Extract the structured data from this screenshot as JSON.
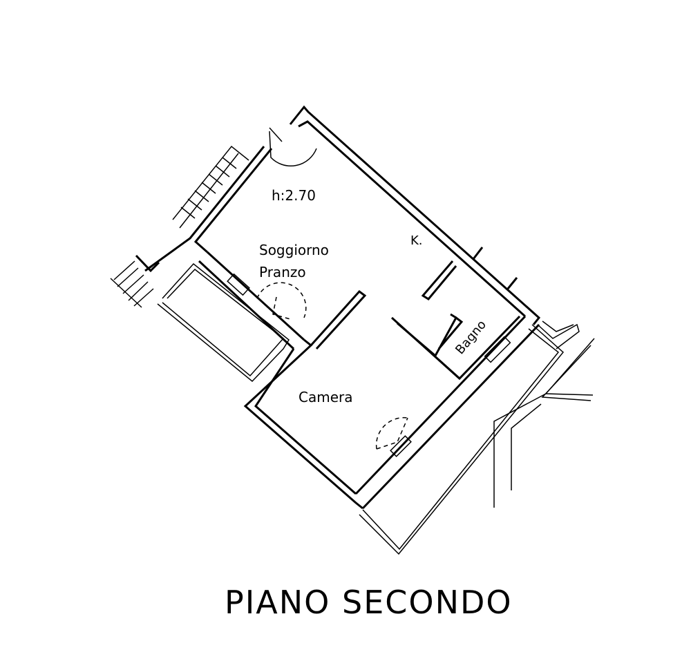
{
  "plan": {
    "title": "PIANO SECONDO",
    "height_label": "h:2.70",
    "rooms": {
      "living": "Soggiorno",
      "living2": "Pranzo",
      "bedroom": "Camera",
      "bathroom": "Bagno",
      "kitchen": "K."
    }
  }
}
